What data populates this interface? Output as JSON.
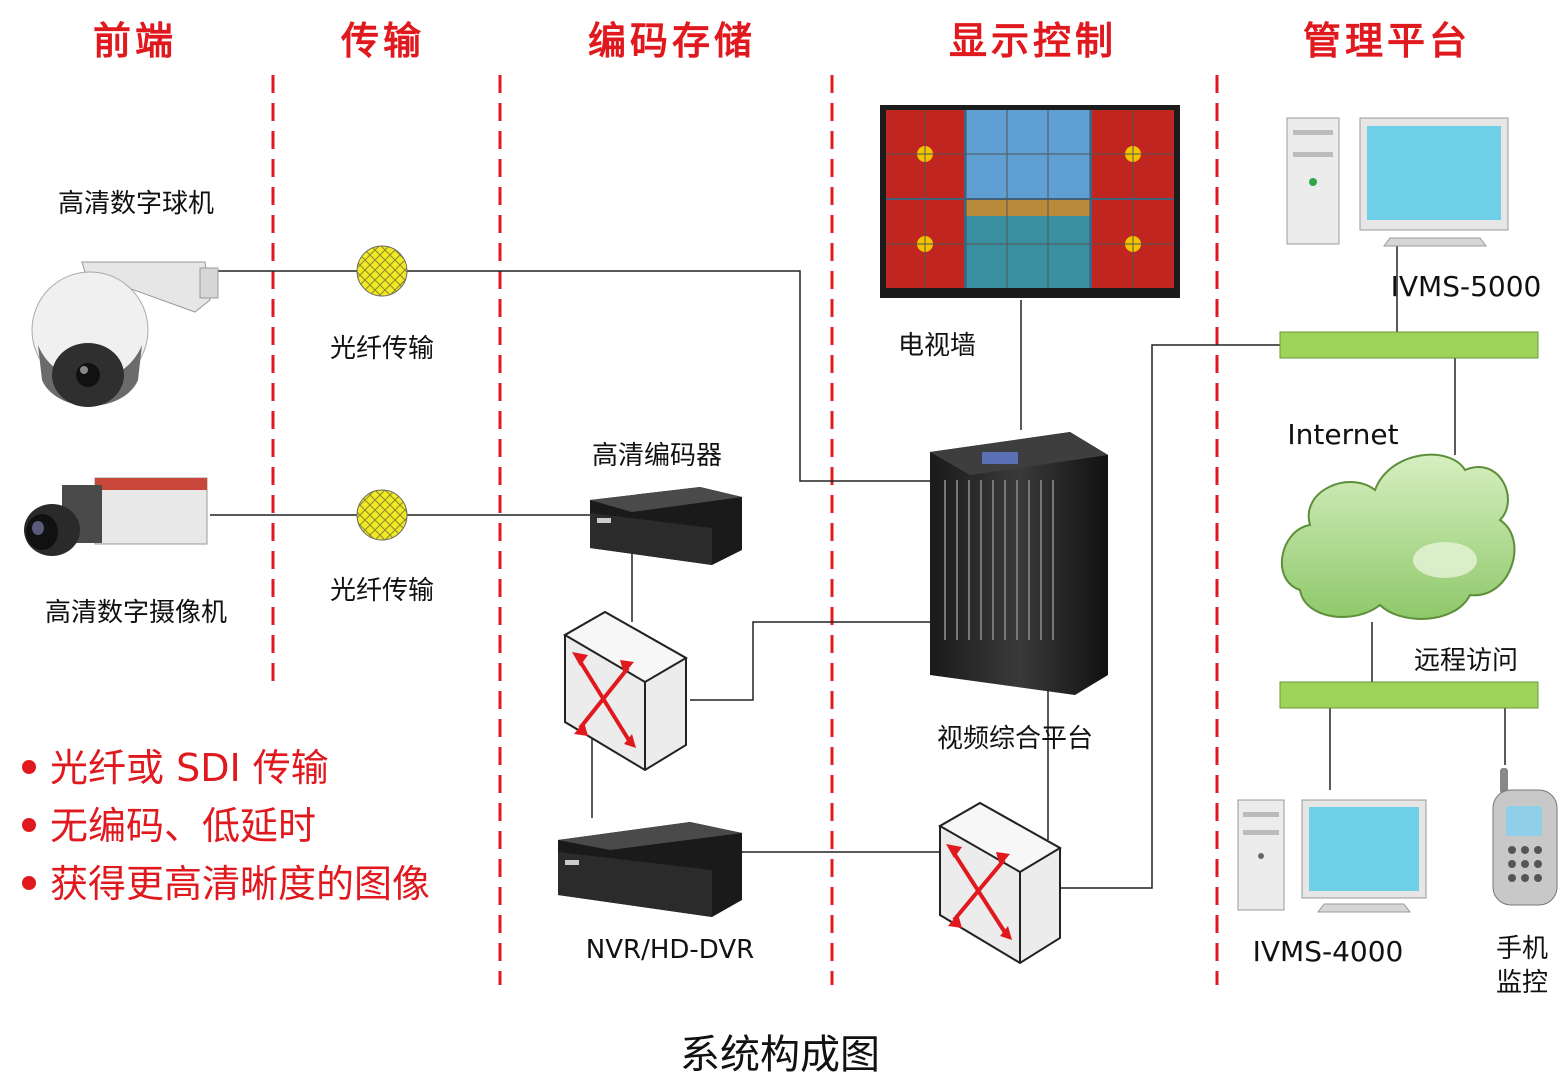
{
  "headers": {
    "frontend": "前端",
    "transmission": "传输",
    "encode_storage": "编码存储",
    "display_control": "显示控制",
    "management": "管理平台"
  },
  "labels": {
    "dome_camera": "高清数字球机",
    "box_camera": "高清数字摄像机",
    "fiber_1": "光纤传输",
    "fiber_2": "光纤传输",
    "hd_encoder": "高清编码器",
    "nvr": "NVR/HD-DVR",
    "video_wall": "电视墙",
    "video_platform": "视频综合平台",
    "ivms5000": "IVMS-5000",
    "internet": "Internet",
    "remote_access": "远程访问",
    "ivms4000": "IVMS-4000",
    "mobile_line1": "手机",
    "mobile_line2": "监控"
  },
  "bullets": [
    "光纤或 SDI 传输",
    "无编码、低延时",
    "获得更高清晰度的图像"
  ],
  "caption": "系统构成图",
  "colors": {
    "accent_red": "#e0191f",
    "switch_bar_green": "#9ed35a",
    "cloud_green": "#b5dc8f",
    "fiber_yellow": "#f2ea24",
    "monitor_screen": "#6fcfe6"
  }
}
